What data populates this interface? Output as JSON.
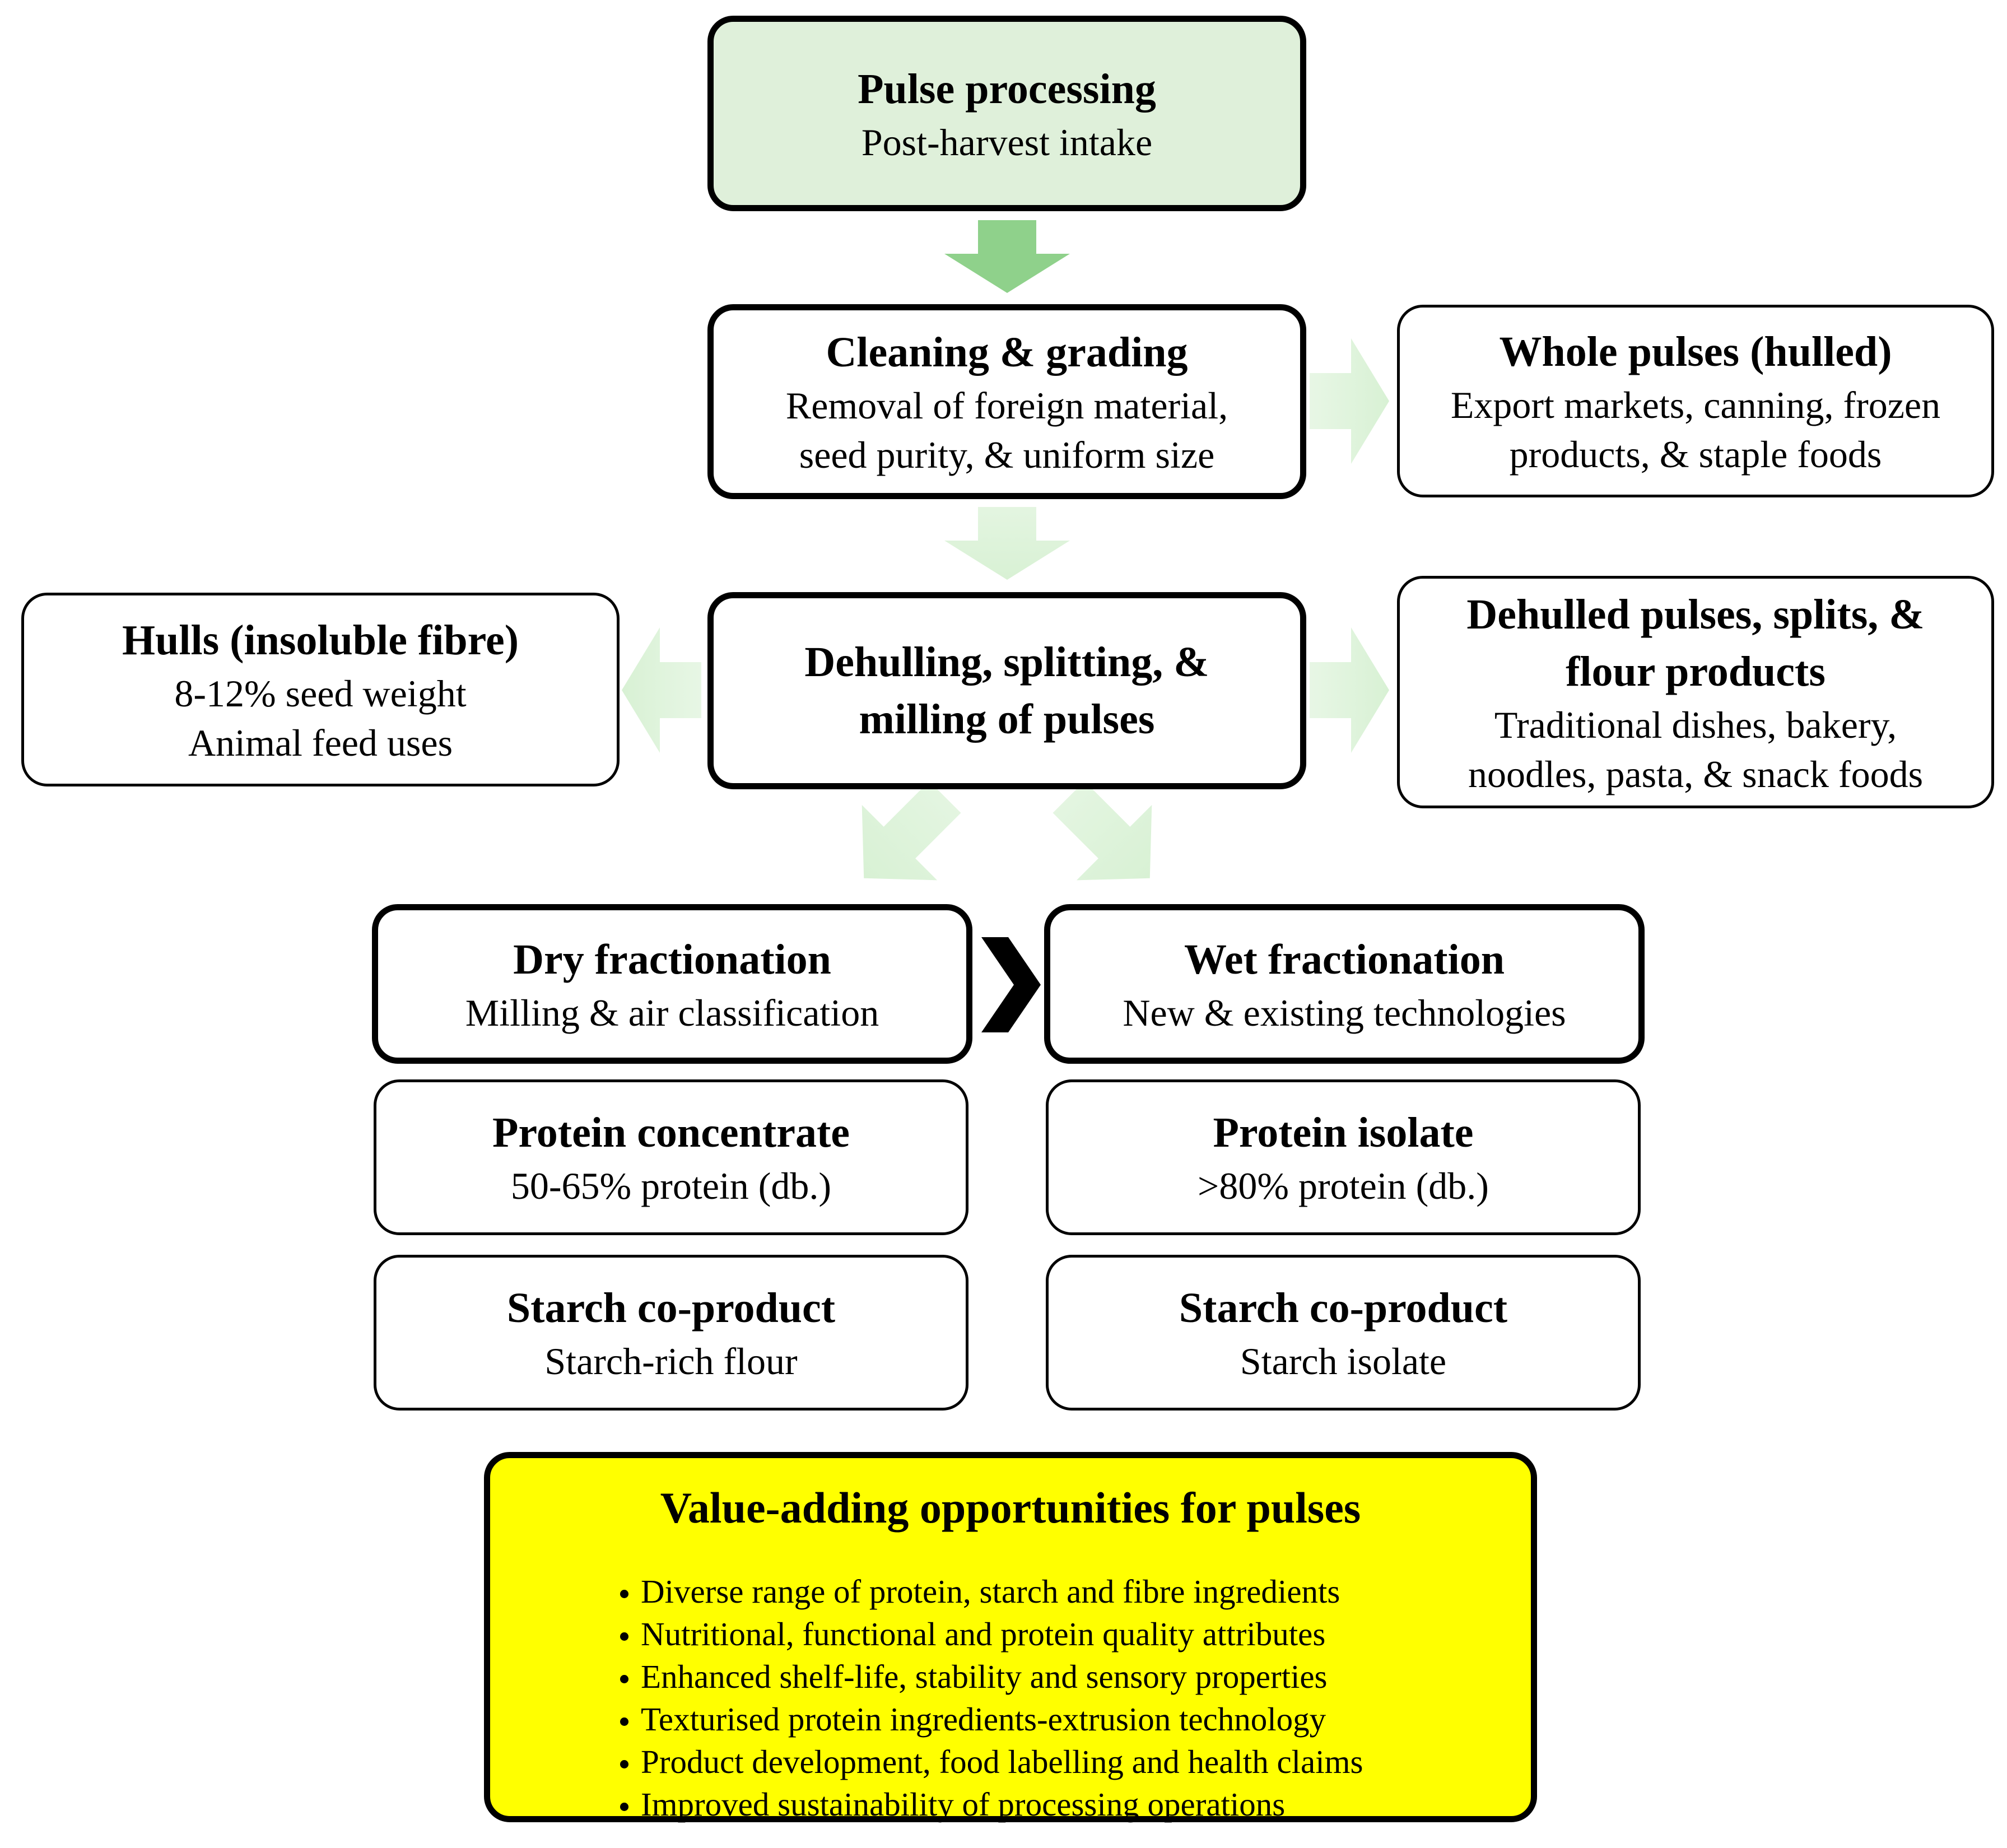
{
  "colors": {
    "top_box_fill": "#dff0da",
    "value_box_fill": "#ffff00",
    "arrow_strong": "#8fd18b",
    "arrow_light": "#d8f1d4",
    "separator": "#000000"
  },
  "nodes": {
    "pulse_processing": {
      "title": "Pulse processing",
      "lines": [
        "Post-harvest  intake"
      ]
    },
    "cleaning_grading": {
      "title": "Cleaning & grading",
      "lines": [
        "Removal of  foreign material,",
        "seed purity, & uniform size"
      ]
    },
    "whole_pulses": {
      "title": "Whole pulses (hulled)",
      "lines": [
        "Export markets, canning, frozen",
        "products, & staple foods"
      ]
    },
    "dehulling": {
      "title_lines": [
        "Dehulling, splitting, &",
        "milling of pulses"
      ]
    },
    "hulls": {
      "title": "Hulls (insoluble fibre)",
      "lines": [
        "8-12% seed weight",
        "Animal  feed uses"
      ]
    },
    "dehulled_products": {
      "title_lines": [
        "Dehulled pulses, splits, &",
        "flour products"
      ],
      "lines": [
        "Traditional  dishes, bakery,",
        "noodles, pasta, & snack foods"
      ]
    },
    "dry_fractionation": {
      "title": "Dry  fractionation",
      "lines": [
        "Milling  & air classification"
      ]
    },
    "wet_fractionation": {
      "title": "Wet  fractionation",
      "lines": [
        "New & existing technologies"
      ]
    },
    "protein_concentrate": {
      "title": "Protein concentrate",
      "lines": [
        "50-65% protein (db.)"
      ]
    },
    "protein_isolate": {
      "title": "Protein isolate",
      "lines": [
        ">80% protein (db.)"
      ]
    },
    "starch_dry": {
      "title": "Starch co-product",
      "lines": [
        "Starch-rich flour"
      ]
    },
    "starch_wet": {
      "title": "Starch co-product",
      "lines": [
        "Starch isolate"
      ]
    }
  },
  "value_adding": {
    "title": "Value-adding  opportunities  for pulses",
    "items": [
      "Diverse range of protein, starch and fibre ingredients",
      "Nutritional, functional and protein quality attributes",
      "Enhanced shelf-life, stability and sensory properties",
      "Texturised protein ingredients-extrusion technology",
      "Product development, food labelling and health claims",
      "Improved sustainability of processing operations"
    ]
  }
}
